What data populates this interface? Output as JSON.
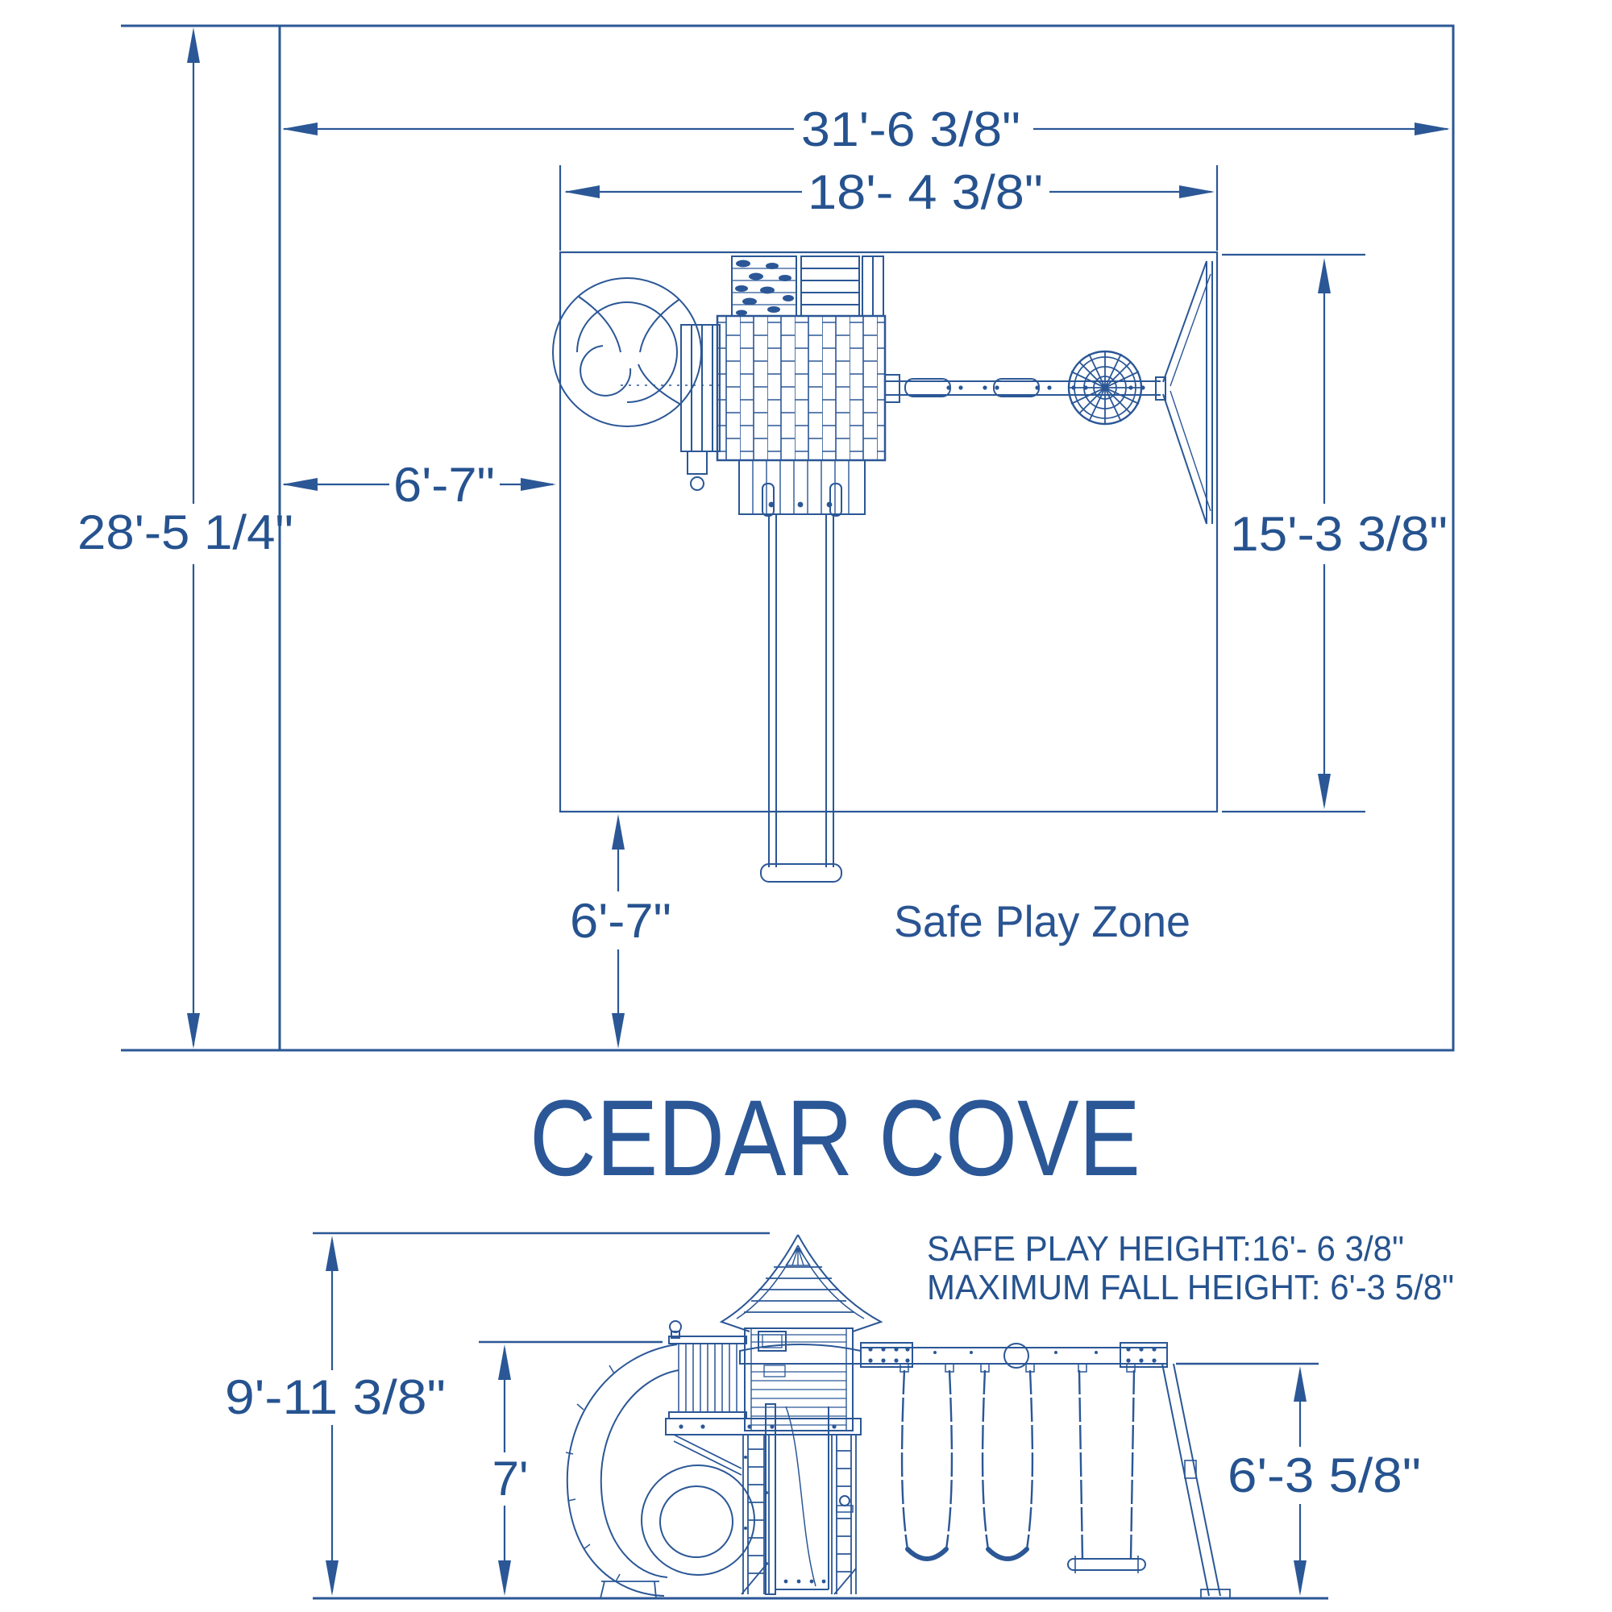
{
  "colors": {
    "line": "#2b5796",
    "text": "#26538f",
    "title": "#2b5797",
    "background": "#ffffff"
  },
  "title": "CEDAR COVE",
  "top_view": {
    "overall_width": "31'-6 3/8\"",
    "overall_depth": "28'-5 1/4\"",
    "zone_width": "18'- 4 3/8\"",
    "zone_depth": "15'-3 3/8\"",
    "side_offset": "6'-7\"",
    "bottom_offset": "6'-7\"",
    "zone_label": "Safe Play Zone"
  },
  "side_view": {
    "overall_height": "9'-11 3/8\"",
    "deck_height": "7'",
    "swing_beam_height": "6'-3 5/8\"",
    "notes": [
      "SAFE PLAY HEIGHT:16'- 6 3/8\"",
      "MAXIMUM FALL HEIGHT: 6'-3 5/8\""
    ]
  }
}
